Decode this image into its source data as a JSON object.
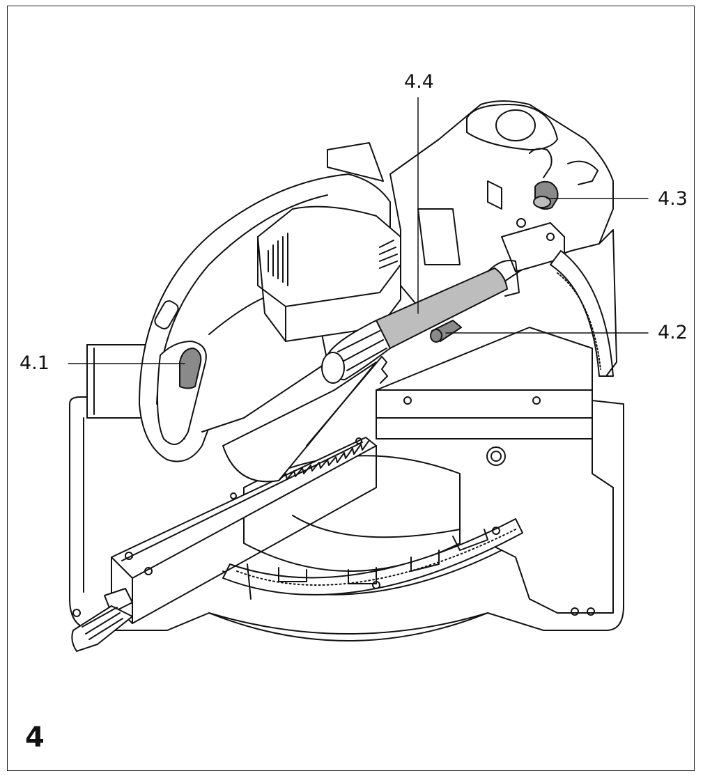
{
  "figure": {
    "number": "4",
    "callouts": {
      "c41": "4.1",
      "c42": "4.2",
      "c43": "4.3",
      "c44": "4.4"
    },
    "colors": {
      "line": "#111111",
      "highlight": "#8a8a8a",
      "highlight_light": "#bdbdbd",
      "background": "#ffffff"
    }
  }
}
